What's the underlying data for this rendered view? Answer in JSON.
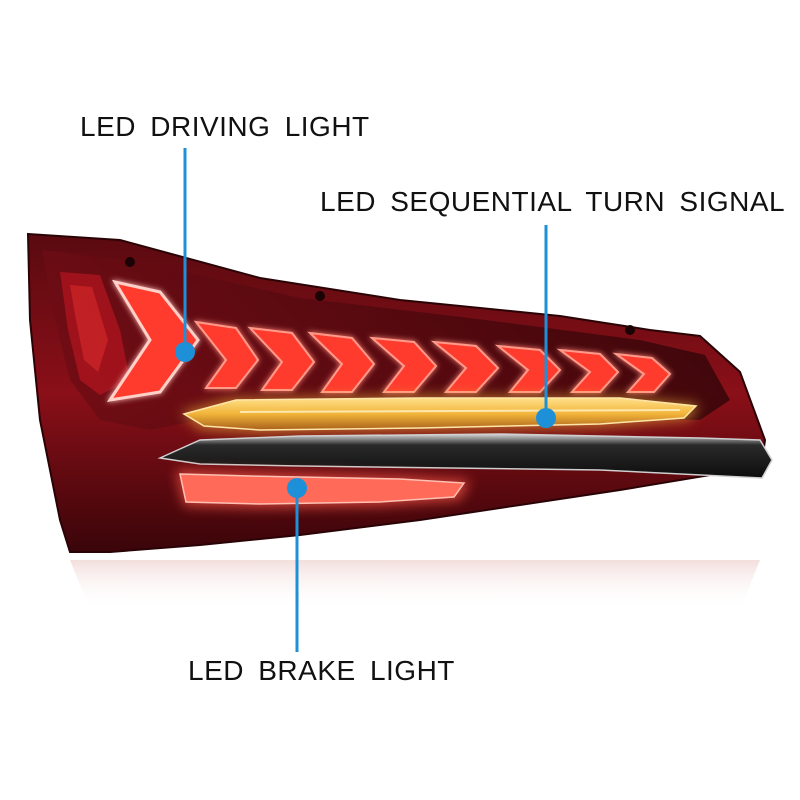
{
  "labels": {
    "driving": "LED DRIVING LIGHT",
    "turn_signal": "LED SEQUENTIAL TURN SIGNAL",
    "brake": "LED BRAKE LIGHT"
  },
  "colors": {
    "background": "#ffffff",
    "leader_line": "#1e90d8",
    "housing_dark": "#3a0509",
    "housing_red": "#7a0b12",
    "drl_glow": "#ff3b2f",
    "turn_amber": "#f2b43a",
    "brake_red": "#ff5a4a",
    "trim_black": "#1a1a1a"
  }
}
